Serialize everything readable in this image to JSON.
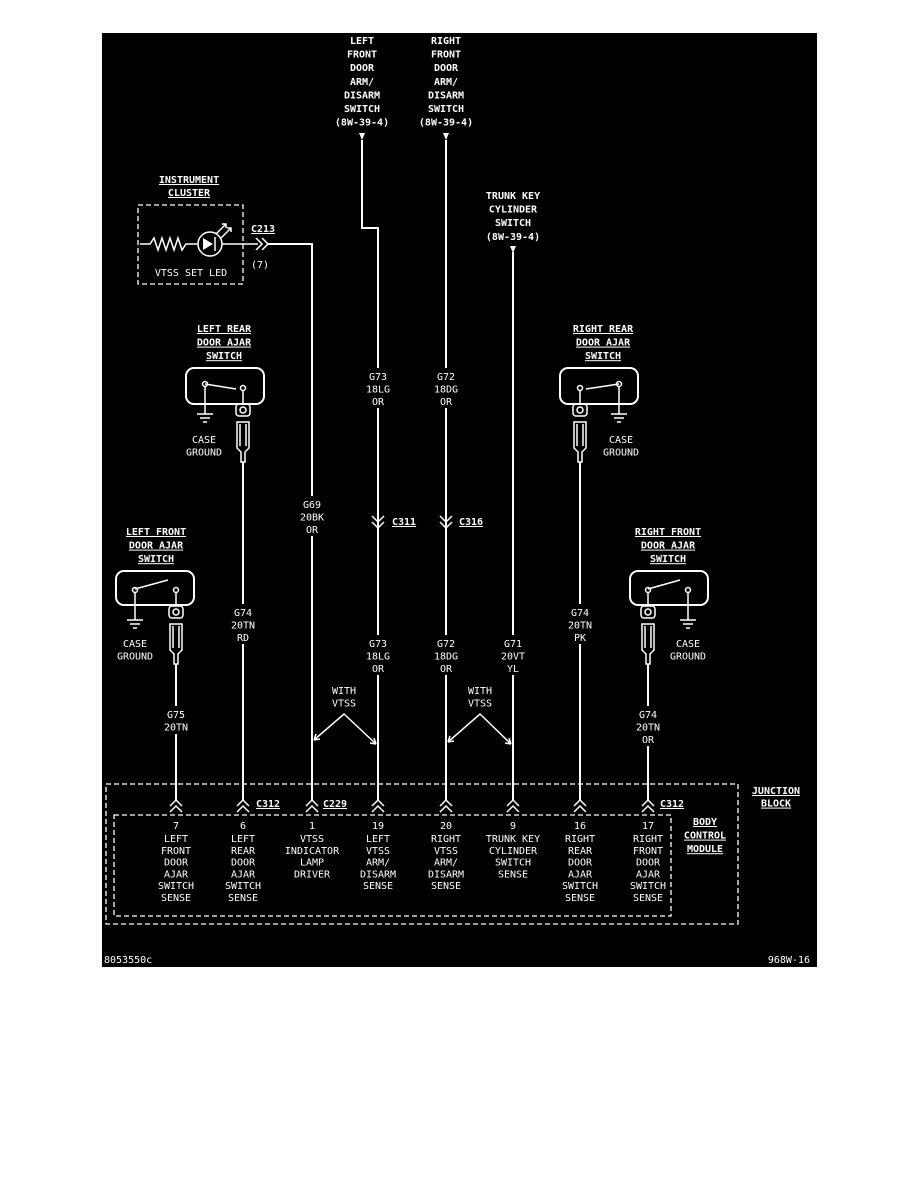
{
  "colors": {
    "background": "#000000",
    "ink": "#ffffff",
    "page": "#ffffff"
  },
  "top_sources": {
    "lf_arm": [
      "LEFT",
      "FRONT",
      "DOOR",
      "ARM/",
      "DISARM",
      "SWITCH",
      "(8W-39-4)"
    ],
    "rf_arm": [
      "RIGHT",
      "FRONT",
      "DOOR",
      "ARM/",
      "DISARM",
      "SWITCH",
      "(8W-39-4)"
    ],
    "trunk": [
      "TRUNK KEY",
      "CYLINDER",
      "SWITCH",
      "(8W-39-4)"
    ]
  },
  "cluster": {
    "title": [
      "INSTRUMENT",
      "CLUSTER"
    ],
    "led_label": "VTSS SET LED",
    "connector": "C213",
    "pin": "(7)"
  },
  "switches": {
    "lr": [
      "LEFT REAR",
      "DOOR AJAR",
      "SWITCH"
    ],
    "rr": [
      "RIGHT REAR",
      "DOOR AJAR",
      "SWITCH"
    ],
    "lf": [
      "LEFT FRONT",
      "DOOR AJAR",
      "SWITCH"
    ],
    "rf": [
      "RIGHT FRONT",
      "DOOR AJAR",
      "SWITCH"
    ],
    "ground": [
      "CASE",
      "GROUND"
    ]
  },
  "wires": {
    "g73_top": [
      "G73",
      "18LG",
      "OR"
    ],
    "g72_top": [
      "G72",
      "18DG",
      "OR"
    ],
    "g69": [
      "G69",
      "20BK",
      "OR"
    ],
    "g73_bot": [
      "G73",
      "18LG",
      "OR"
    ],
    "g72_bot": [
      "G72",
      "18DG",
      "OR"
    ],
    "g71": [
      "G71",
      "20VT",
      "YL"
    ],
    "g74_lr": [
      "G74",
      "20TN",
      "RD"
    ],
    "g74_rr": [
      "G74",
      "20TN",
      "PK"
    ],
    "g75": [
      "G75",
      "20TN"
    ],
    "g74_rf": [
      "G74",
      "20TN",
      "OR"
    ]
  },
  "connectors": {
    "c311": "C311",
    "c316": "C316",
    "c312_left": "C312",
    "c229": "C229",
    "c312_right": "C312"
  },
  "with_vtss": [
    "WITH",
    "VTSS"
  ],
  "junction_block": [
    "JUNCTION",
    "BLOCK"
  ],
  "body_control_module": [
    "BODY",
    "CONTROL",
    "MODULE"
  ],
  "pins": [
    {
      "pin": "7",
      "label": [
        "LEFT",
        "FRONT",
        "DOOR",
        "AJAR",
        "SWITCH",
        "SENSE"
      ]
    },
    {
      "pin": "6",
      "label": [
        "LEFT",
        "REAR",
        "DOOR",
        "AJAR",
        "SWITCH",
        "SENSE"
      ]
    },
    {
      "pin": "1",
      "label": [
        "VTSS",
        "INDICATOR",
        "LAMP",
        "DRIVER"
      ]
    },
    {
      "pin": "19",
      "label": [
        "LEFT",
        "VTSS",
        "ARM/",
        "DISARM",
        "SENSE"
      ]
    },
    {
      "pin": "20",
      "label": [
        "RIGHT",
        "VTSS",
        "ARM/",
        "DISARM",
        "SENSE"
      ]
    },
    {
      "pin": "9",
      "label": [
        "TRUNK KEY",
        "CYLINDER",
        "SWITCH",
        "SENSE"
      ]
    },
    {
      "pin": "16",
      "label": [
        "RIGHT",
        "REAR",
        "DOOR",
        "AJAR",
        "SWITCH",
        "SENSE"
      ]
    },
    {
      "pin": "17",
      "label": [
        "RIGHT",
        "FRONT",
        "DOOR",
        "AJAR",
        "SWITCH",
        "SENSE"
      ]
    }
  ],
  "footer": {
    "left": "8053550c",
    "right": "968W-16"
  }
}
